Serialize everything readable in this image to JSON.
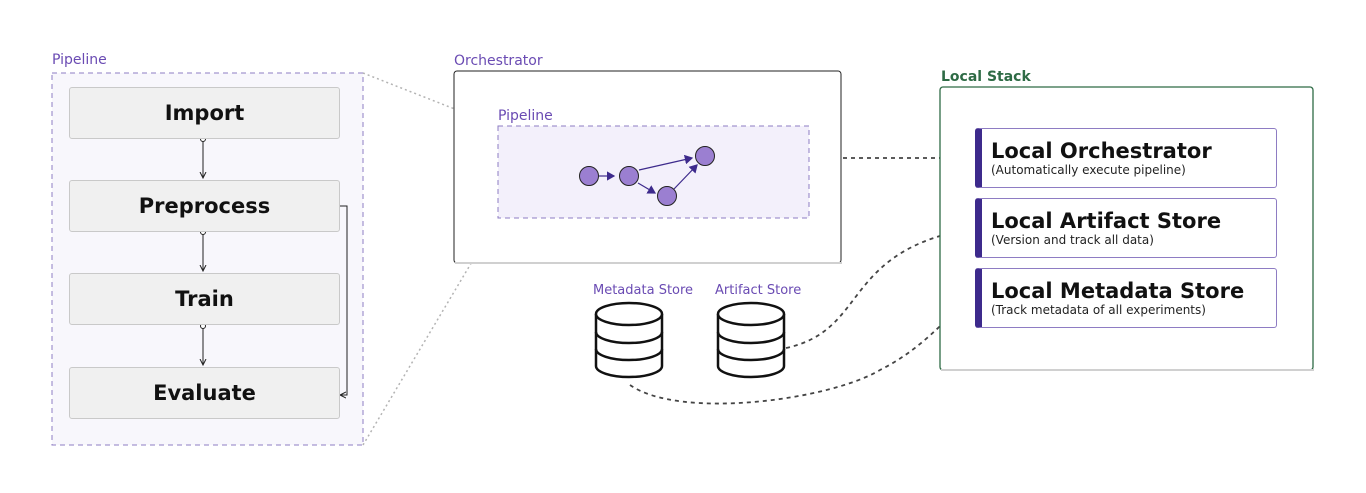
{
  "pipeline_group": {
    "title": "Pipeline",
    "steps": [
      "Import",
      "Preprocess",
      "Train",
      "Evaluate"
    ]
  },
  "orchestrator": {
    "title": "Orchestrator",
    "inner_title": "Pipeline"
  },
  "stores": {
    "metadata_label": "Metadata Store",
    "artifact_label": "Artifact Store"
  },
  "local_stack": {
    "title": "Local Stack",
    "items": [
      {
        "title": "Local Orchestrator",
        "subtitle": "(Automatically execute pipeline)"
      },
      {
        "title": "Local Artifact Store",
        "subtitle": "(Version and track all data)"
      },
      {
        "title": "Local Metadata Store",
        "subtitle": "(Track metadata of all experiments)"
      }
    ]
  },
  "colors": {
    "accent": "#6a4bb3",
    "node_fill": "#9b7fd1",
    "stack_border": "#2e6b45",
    "stack_bar": "#3d2a8c"
  },
  "icons": [
    "database-icon",
    "database-icon"
  ]
}
